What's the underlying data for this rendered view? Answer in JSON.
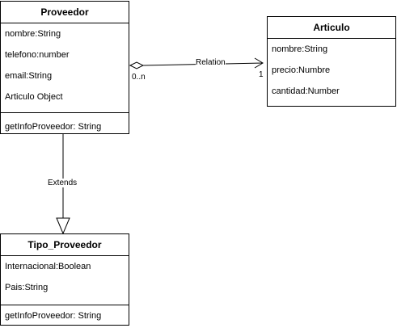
{
  "classes": {
    "proveedor": {
      "name": "Proveedor",
      "attributes": [
        "nombre:String",
        "telefono:number",
        "email:String",
        "Articulo Object"
      ],
      "methods": [
        "getInfoProveedor: String"
      ]
    },
    "articulo": {
      "name": "Articulo",
      "attributes": [
        "nombre:String",
        "precio:Numbre",
        "cantidad:Number"
      ],
      "methods": []
    },
    "tipo_proveedor": {
      "name": "Tipo_Proveedor",
      "attributes": [
        "Internacional:Boolean",
        "Pais:String"
      ],
      "methods": [
        "getInfoProveedor: String"
      ]
    }
  },
  "edges": {
    "relation": {
      "label": "Relation",
      "source_multiplicity": "0..n",
      "target_multiplicity": "1",
      "kind": "aggregation"
    },
    "extends": {
      "label": "Extends",
      "kind": "generalization"
    }
  }
}
